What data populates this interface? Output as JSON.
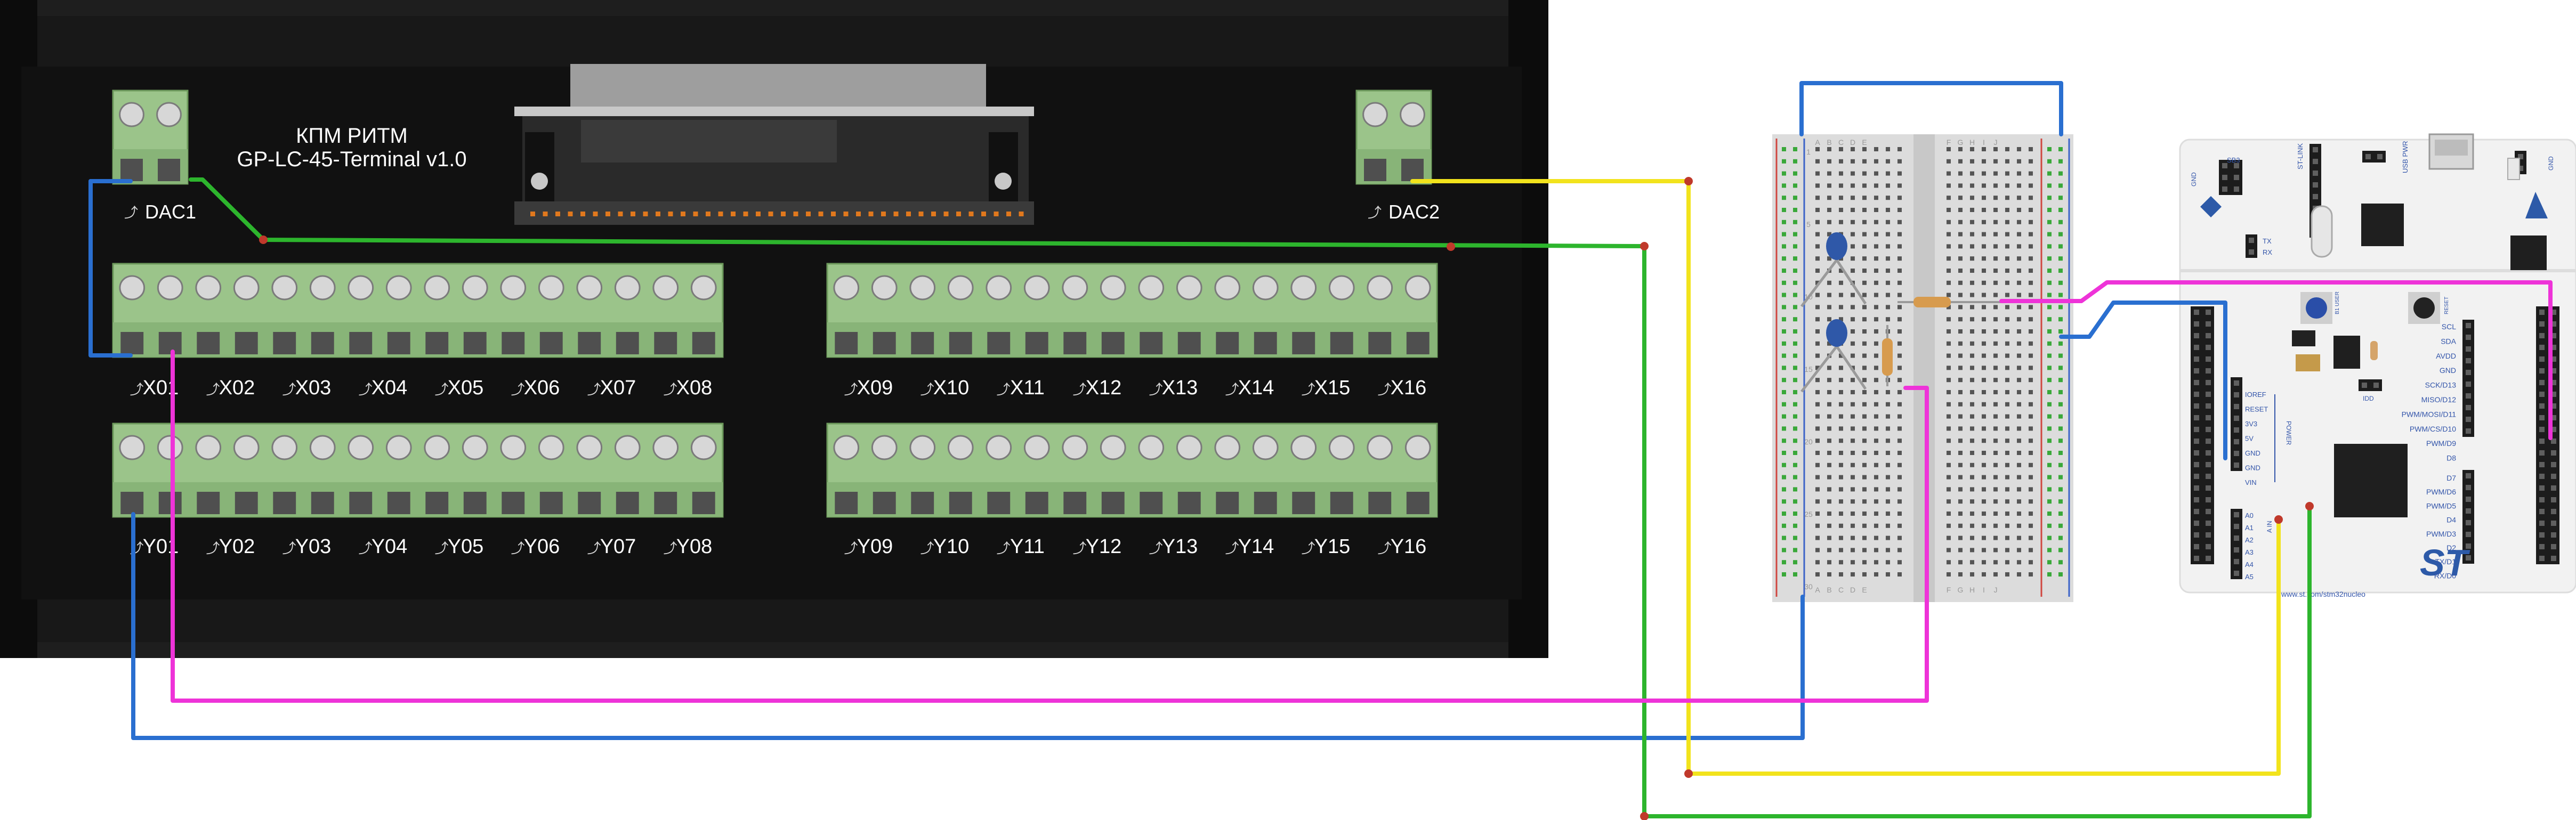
{
  "terminal_board": {
    "title_line1": "КПМ РИТМ",
    "title_line2": "GP-LC-45-Terminal v1.0",
    "connectors": {
      "dac1": "DAC1",
      "dac2": "DAC2",
      "x_row_a": [
        "X01",
        "X02",
        "X03",
        "X04",
        "X05",
        "X06",
        "X07",
        "X08"
      ],
      "x_row_b": [
        "X09",
        "X10",
        "X11",
        "X12",
        "X13",
        "X14",
        "X15",
        "X16"
      ],
      "y_row_a": [
        "Y01",
        "Y02",
        "Y03",
        "Y04",
        "Y05",
        "Y06",
        "Y07",
        "Y08"
      ],
      "y_row_b": [
        "Y09",
        "Y10",
        "Y11",
        "Y12",
        "Y13",
        "Y14",
        "Y15",
        "Y16"
      ]
    }
  },
  "nucleo_board": {
    "url_text": "www.st.com/stm32nucleo",
    "top_labels": [
      "SB3",
      "ST-LINK",
      "USB PWR",
      "GND",
      "GND"
    ],
    "mid_labels": [
      "TX",
      "RX",
      "B1 USER",
      "RESET",
      "IDD"
    ],
    "power_pins": [
      "IOREF",
      "RESET",
      "3V3",
      "5V",
      "GND",
      "GND",
      "VIN"
    ],
    "power_label": "POWER",
    "ain_pins": [
      "A0",
      "A1",
      "A2",
      "A3",
      "A4",
      "A5"
    ],
    "ain_label": "A IN",
    "right_pins": [
      "SCL",
      "SDA",
      "AVDD",
      "GND",
      "SCK/D13",
      "MISO/D12",
      "PWM/MOSI/D11",
      "PWM/CS/D10",
      "PWM/D9",
      "D8",
      "D7",
      "PWM/D6",
      "PWM/D5",
      "D4",
      "PWM/D3",
      "D2",
      "TX/D1",
      "RX/D0"
    ]
  },
  "breadboard": {
    "col_letters": [
      "A",
      "B",
      "C",
      "D",
      "E",
      "F",
      "G",
      "H",
      "I",
      "J"
    ],
    "row_numbers": [
      "1",
      "5",
      "10",
      "15",
      "20",
      "25",
      "30"
    ]
  },
  "colors": {
    "wire_blue": "#2a6fd0",
    "wire_green": "#2db52d",
    "wire_yellow": "#f2e31c",
    "wire_magenta": "#ee33d8",
    "board_black": "#111111",
    "terminal_green": "#9bc48a",
    "nucleo_white": "#f2f2f2",
    "breadboard_gray": "#dcdcdc"
  }
}
